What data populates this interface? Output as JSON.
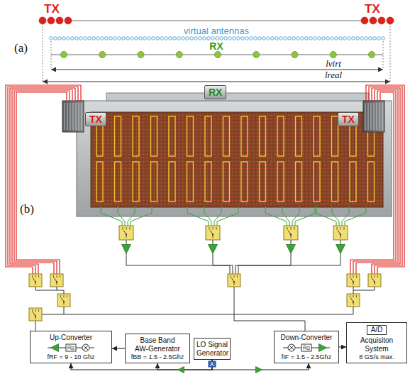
{
  "diagram": {
    "nodes": [
      {
        "text": [
          "RX"
        ]
      },
      {
        "text": [
          "TX"
        ]
      },
      {
        "text": [
          "TX"
        ]
      },
      {
        "text": [
          "Up-Converter",
          "fRF = 9 - 10 Ghz"
        ]
      },
      {
        "text": [
          "Base Band AW-Generator",
          "fBB = 1.5 - 2.5Ghz"
        ]
      },
      {
        "text": [
          "LO Signal Generator"
        ]
      },
      {
        "text": [
          "Down-Converter",
          "fIF = 1.5 - 2.5Ghz"
        ]
      },
      {
        "text": [
          "Acquisiton System",
          "8 GS/s max."
        ]
      },
      {
        "text": [
          "A/D"
        ],
        "in": 7
      }
    ],
    "edges": [
      {
        "from": 4,
        "to": 3,
        "arrow": "to"
      },
      {
        "from": 6,
        "to": 7,
        "arrow": "to"
      },
      {
        "from": 5,
        "to": 3,
        "arrow": "to"
      },
      {
        "from": 5,
        "to": 4,
        "arrow": "to"
      },
      {
        "from": 5,
        "to": 6,
        "arrow": "to"
      }
    ],
    "labels": [
      "TX",
      "TX",
      "virtual antennas",
      "(a)",
      "RX",
      "lvirt",
      "lreal",
      "(b)"
    ]
  }
}
